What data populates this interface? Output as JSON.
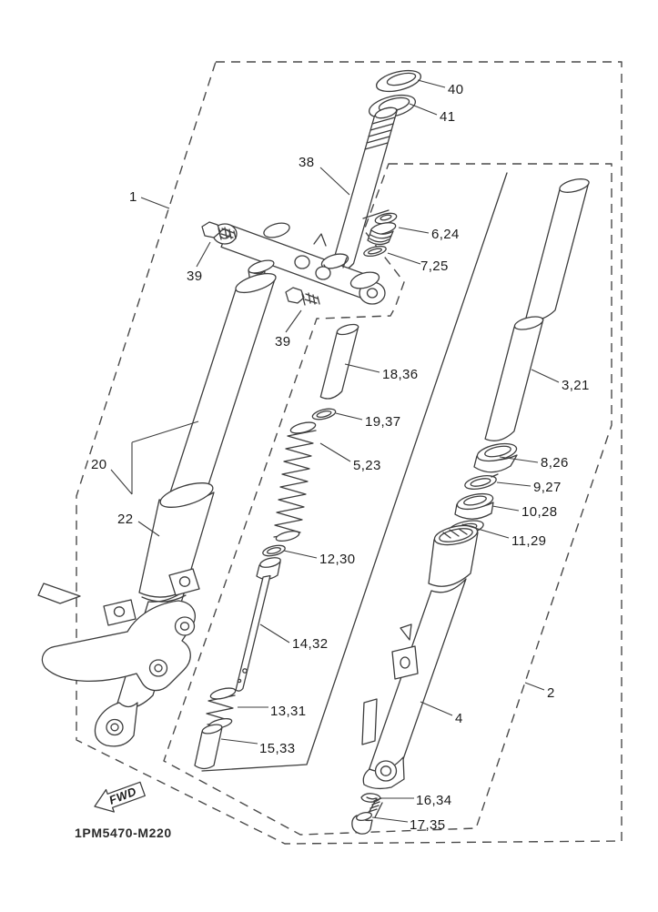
{
  "page": {
    "background": "#ffffff",
    "line_color": "#3d3d3d",
    "text_color": "#1b1b1b"
  },
  "drawing_code": "1PM5470-M220",
  "fwd_marker": "FWD",
  "callouts": [
    {
      "label": "40"
    },
    {
      "label": "41"
    },
    {
      "label": "38"
    },
    {
      "label": "1"
    },
    {
      "label": "6,24"
    },
    {
      "label": "7,25"
    },
    {
      "label": "39"
    },
    {
      "label": "39"
    },
    {
      "label": "18,36"
    },
    {
      "label": "3,21"
    },
    {
      "label": "19,37"
    },
    {
      "label": "20"
    },
    {
      "label": "8,26"
    },
    {
      "label": "5,23"
    },
    {
      "label": "9,27"
    },
    {
      "label": "10,28"
    },
    {
      "label": "22"
    },
    {
      "label": "11,29"
    },
    {
      "label": "12,30"
    },
    {
      "label": "14,32"
    },
    {
      "label": "2"
    },
    {
      "label": "13,31"
    },
    {
      "label": "4"
    },
    {
      "label": "15,33"
    },
    {
      "label": "16,34"
    },
    {
      "label": "17,35"
    }
  ]
}
